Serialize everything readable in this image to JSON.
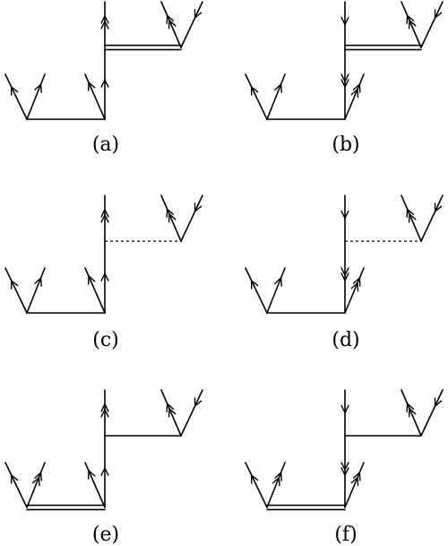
{
  "figure": {
    "panels": [
      {
        "id": "a",
        "caption": "(a)",
        "direct_style": "double",
        "trunk": "up",
        "bottom_double": false
      },
      {
        "id": "b",
        "caption": "(b)",
        "direct_style": "double",
        "trunk": "down",
        "bottom_double": false
      },
      {
        "id": "c",
        "caption": "(c)",
        "direct_style": "dashed",
        "trunk": "up",
        "bottom_double": false
      },
      {
        "id": "d",
        "caption": "(d)",
        "direct_style": "dashed",
        "trunk": "down",
        "bottom_double": false
      },
      {
        "id": "e",
        "caption": "(e)",
        "direct_style": "single",
        "trunk": "up",
        "bottom_double": true
      },
      {
        "id": "f",
        "caption": "(f)",
        "direct_style": "single",
        "trunk": "down",
        "bottom_double": true
      }
    ]
  }
}
